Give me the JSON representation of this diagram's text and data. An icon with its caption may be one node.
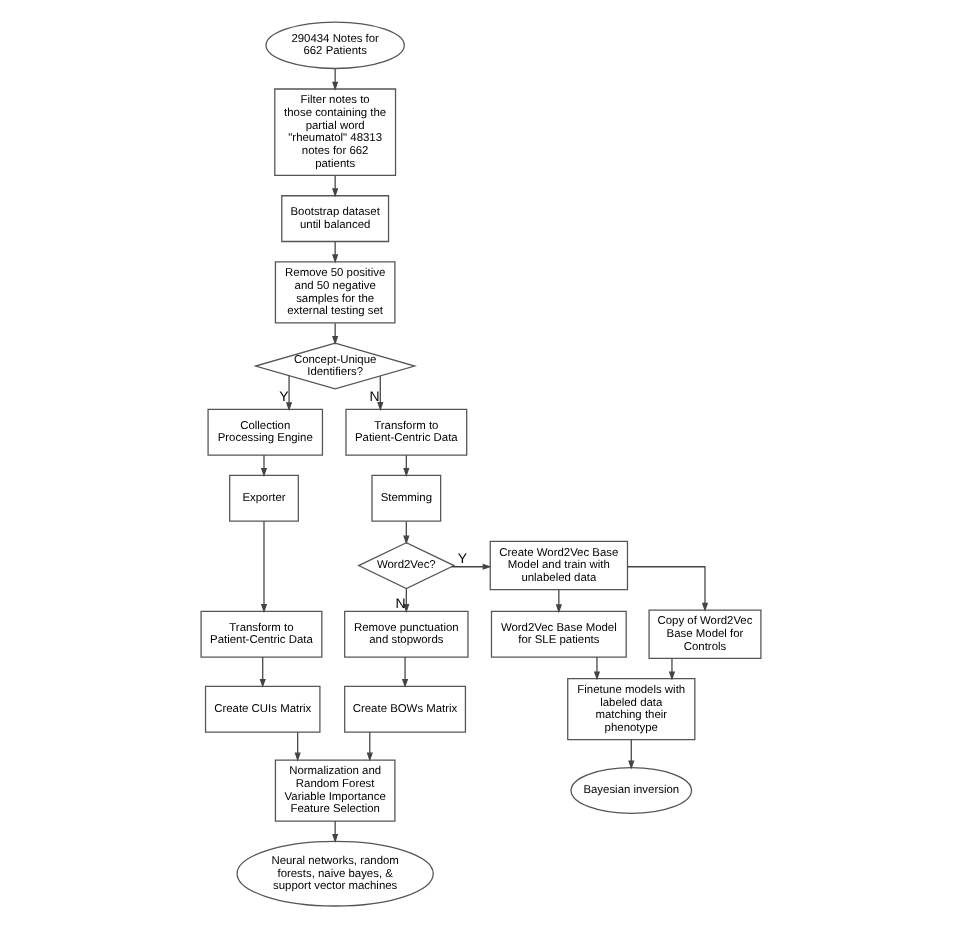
{
  "diagram": {
    "nodes": [
      {
        "text": [
          "290434 Notes for 662 Patients"
        ]
      },
      {
        "text": [
          "Filter notes to those containing the partial word \"rheumatol\" 48313 notes for 662 patients"
        ]
      },
      {
        "text": [
          "Bootstrap dataset until balanced"
        ]
      },
      {
        "text": [
          "Remove 50 positive and 50 negative samples for the external testing set"
        ]
      },
      {
        "text": [
          "Concept-Unique Identifiers?"
        ]
      },
      {
        "text": [
          "Collection Processing Engine"
        ]
      },
      {
        "text": [
          "Transform to Patient-Centric Data"
        ]
      },
      {
        "text": [
          "Exporter"
        ]
      },
      {
        "text": [
          "Stemming"
        ]
      },
      {
        "text": [
          "Word2Vec?"
        ]
      },
      {
        "text": [
          "Create Word2Vec Base Model and train with unlabeled data"
        ]
      },
      {
        "text": [
          "Transform to Patient-Centric Data"
        ]
      },
      {
        "text": [
          "Word2Vec Base Model for SLE patients"
        ]
      },
      {
        "text": [
          "Copy of Word2Vec Base Model for Controls"
        ]
      },
      {
        "text": [
          "Create CUIs Matrix"
        ]
      },
      {
        "text": [
          "Remove punctuation and stopwords"
        ]
      },
      {
        "text": [
          "Finetune models with labeled data matching their phenotype"
        ]
      },
      {
        "text": [
          "Create BOWs Matrix"
        ]
      },
      {
        "text": [
          "Normalization and Random Forest Variable Importance Feature Selection"
        ]
      },
      {
        "text": [
          "Neural networks, random forests, naive bayes, & support vector machines"
        ]
      },
      {
        "text": [
          "Bayesian inversion"
        ]
      }
    ],
    "edges": [
      {
        "from": 0,
        "to": 1,
        "arrow": "to"
      },
      {
        "from": 1,
        "to": 2,
        "arrow": "to"
      },
      {
        "from": 2,
        "to": 3,
        "arrow": "to"
      },
      {
        "from": 3,
        "to": 4,
        "arrow": "to"
      },
      {
        "from": 4,
        "to": 5,
        "label": "Y",
        "arrow": "to"
      },
      {
        "from": 4,
        "to": 6,
        "label": "N",
        "arrow": "to"
      },
      {
        "from": 5,
        "to": 7,
        "arrow": "to"
      },
      {
        "from": 7,
        "to": 11,
        "arrow": "to"
      },
      {
        "from": 11,
        "to": 14,
        "arrow": "to"
      },
      {
        "from": 14,
        "to": 18,
        "arrow": "to"
      },
      {
        "from": 6,
        "to": 8,
        "arrow": "to"
      },
      {
        "from": 8,
        "to": 9,
        "arrow": "to"
      },
      {
        "from": 9,
        "to": 10,
        "label": "Y",
        "arrow": "to"
      },
      {
        "from": 9,
        "to": 15,
        "label": "N",
        "arrow": "to"
      },
      {
        "from": 10,
        "to": 12,
        "arrow": "to"
      },
      {
        "from": 10,
        "to": 13,
        "arrow": "to"
      },
      {
        "from": 12,
        "to": 16,
        "arrow": "to"
      },
      {
        "from": 13,
        "to": 16,
        "arrow": "to"
      },
      {
        "from": 15,
        "to": 17,
        "arrow": "to"
      },
      {
        "from": 17,
        "to": 18,
        "arrow": "to"
      },
      {
        "from": 18,
        "to": 19,
        "arrow": "to"
      },
      {
        "from": 16,
        "to": 20,
        "arrow": "to"
      }
    ]
  }
}
